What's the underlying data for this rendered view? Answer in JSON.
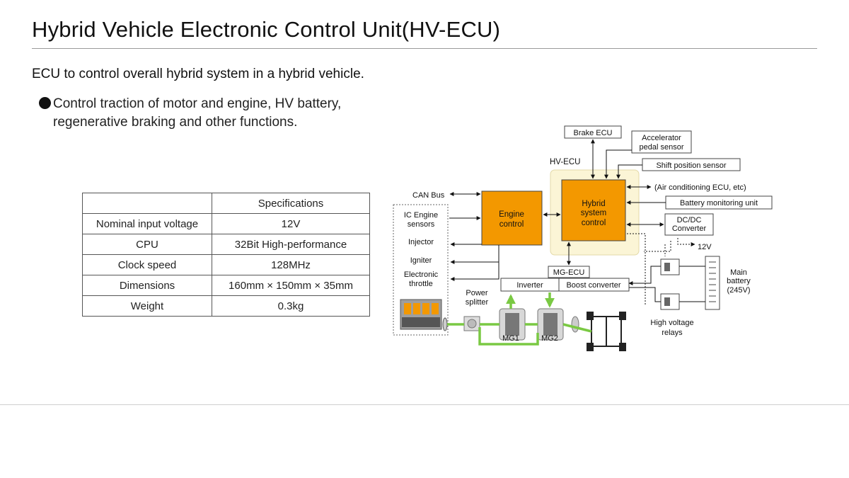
{
  "page": {
    "title": "Hybrid Vehicle Electronic Control Unit(HV-ECU)",
    "lead": "ECU to control overall hybrid system in a hybrid vehicle.",
    "bullet_line1": "Control traction of motor and engine, HV battery,",
    "bullet_line2": "regenerative braking and other functions."
  },
  "spec_table": {
    "header": [
      "",
      "Specifications"
    ],
    "rows": [
      [
        "Nominal input voltage",
        "12V"
      ],
      [
        "CPU",
        "32Bit High-performance"
      ],
      [
        "Clock speed",
        "128MHz"
      ],
      [
        "Dimensions",
        "160mm × 150mm × 35mm"
      ],
      [
        "Weight",
        "0.3kg"
      ]
    ]
  },
  "diagram": {
    "brake_ecu": "Brake ECU",
    "accelerator_l1": "Accelerator",
    "accelerator_l2": "pedal sensor",
    "hv_ecu": "HV-ECU",
    "shift_sensor": "Shift position sensor",
    "can_bus": "CAN Bus",
    "hybrid_l1": "Hybrid",
    "hybrid_l2": "system",
    "hybrid_l3": "control",
    "air_cond": "(Air conditioning ECU, etc)",
    "battery_monitor": "Battery monitoring unit",
    "ic_engine_l1": "IC Engine",
    "ic_engine_l2": "sensors",
    "engine_ctrl_l1": "Engine",
    "engine_ctrl_l2": "control",
    "dcdc_l1": "DC/DC",
    "dcdc_l2": "Converter",
    "v12": "12V",
    "injector": "Injector",
    "igniter": "Igniter",
    "throttle_l1": "Electronic",
    "throttle_l2": "throttle",
    "mg_ecu": "MG-ECU",
    "inverter": "Inverter",
    "boost": "Boost converter",
    "main_batt_l1": "Main",
    "main_batt_l2": "battery",
    "main_batt_l3": "(245V)",
    "power_splitter_l1": "Power",
    "power_splitter_l2": "splitter",
    "mg1": "MG1",
    "mg2": "MG2",
    "relays_l1": "High voltage",
    "relays_l2": "relays"
  },
  "colors": {
    "orange": "#f39800",
    "hv_bg": "#fbf5d6",
    "green": "#7ac943"
  }
}
